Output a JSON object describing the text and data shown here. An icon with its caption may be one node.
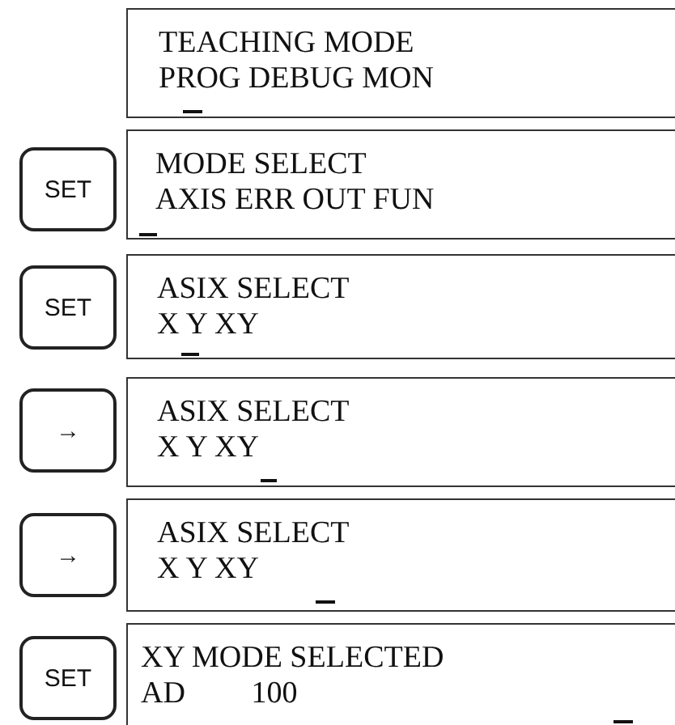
{
  "diagram": {
    "nodes": [
      {
        "text": [
          "TEACHING MODE",
          "PROG DEBUG MON"
        ]
      },
      {
        "text": [
          "SET"
        ]
      },
      {
        "text": [
          "MODE SELECT",
          "AXIS ERR OUT FUN"
        ]
      },
      {
        "text": [
          "SET"
        ]
      },
      {
        "text": [
          "ASIX SELECT",
          "X Y XY"
        ]
      },
      {
        "text": [
          "→"
        ]
      },
      {
        "text": [
          "ASIX SELECT",
          "X Y XY"
        ]
      },
      {
        "text": [
          "→"
        ]
      },
      {
        "text": [
          "ASIX SELECT",
          "X Y XY"
        ]
      },
      {
        "text": [
          "SET"
        ]
      },
      {
        "text": [
          "XY MODE SELECTED",
          "AD 100"
        ]
      }
    ],
    "edges": []
  }
}
